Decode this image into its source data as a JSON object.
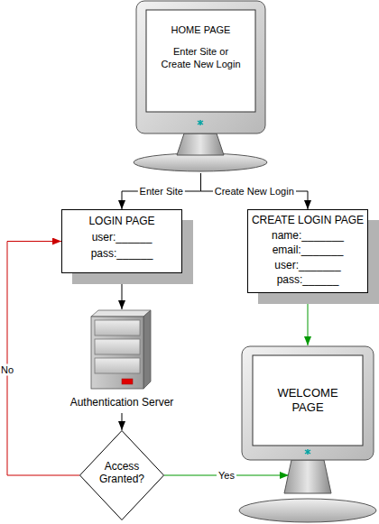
{
  "diagram": {
    "nodes": [
      {
        "text": [
          "HOME PAGE",
          "Enter Site or Create New Login"
        ]
      },
      {
        "text": [
          "LOGIN PAGE",
          "user:______",
          "pass:______"
        ]
      },
      {
        "text": [
          "CREATE LOGIN PAGE",
          "name:_______",
          "email:_______",
          "user:_______",
          "pass:______"
        ]
      },
      {
        "text": [
          "Authentication Server"
        ]
      },
      {
        "text": [
          "Access Granted?"
        ]
      },
      {
        "text": [
          "WELCOME PAGE"
        ]
      }
    ],
    "edges": [
      {
        "from": 0,
        "to": 1,
        "label": "Enter Site",
        "arrow": "to"
      },
      {
        "from": 0,
        "to": 2,
        "label": "Create New Login",
        "arrow": "to"
      },
      {
        "from": 1,
        "to": 3,
        "arrow": "to"
      },
      {
        "from": 3,
        "to": 4,
        "arrow": "to"
      },
      {
        "from": 4,
        "to": 1,
        "label": "No",
        "arrow": "to"
      },
      {
        "from": 4,
        "to": 5,
        "label": "Yes",
        "arrow": "to"
      },
      {
        "from": 2,
        "to": 5,
        "arrow": "to"
      }
    ]
  }
}
